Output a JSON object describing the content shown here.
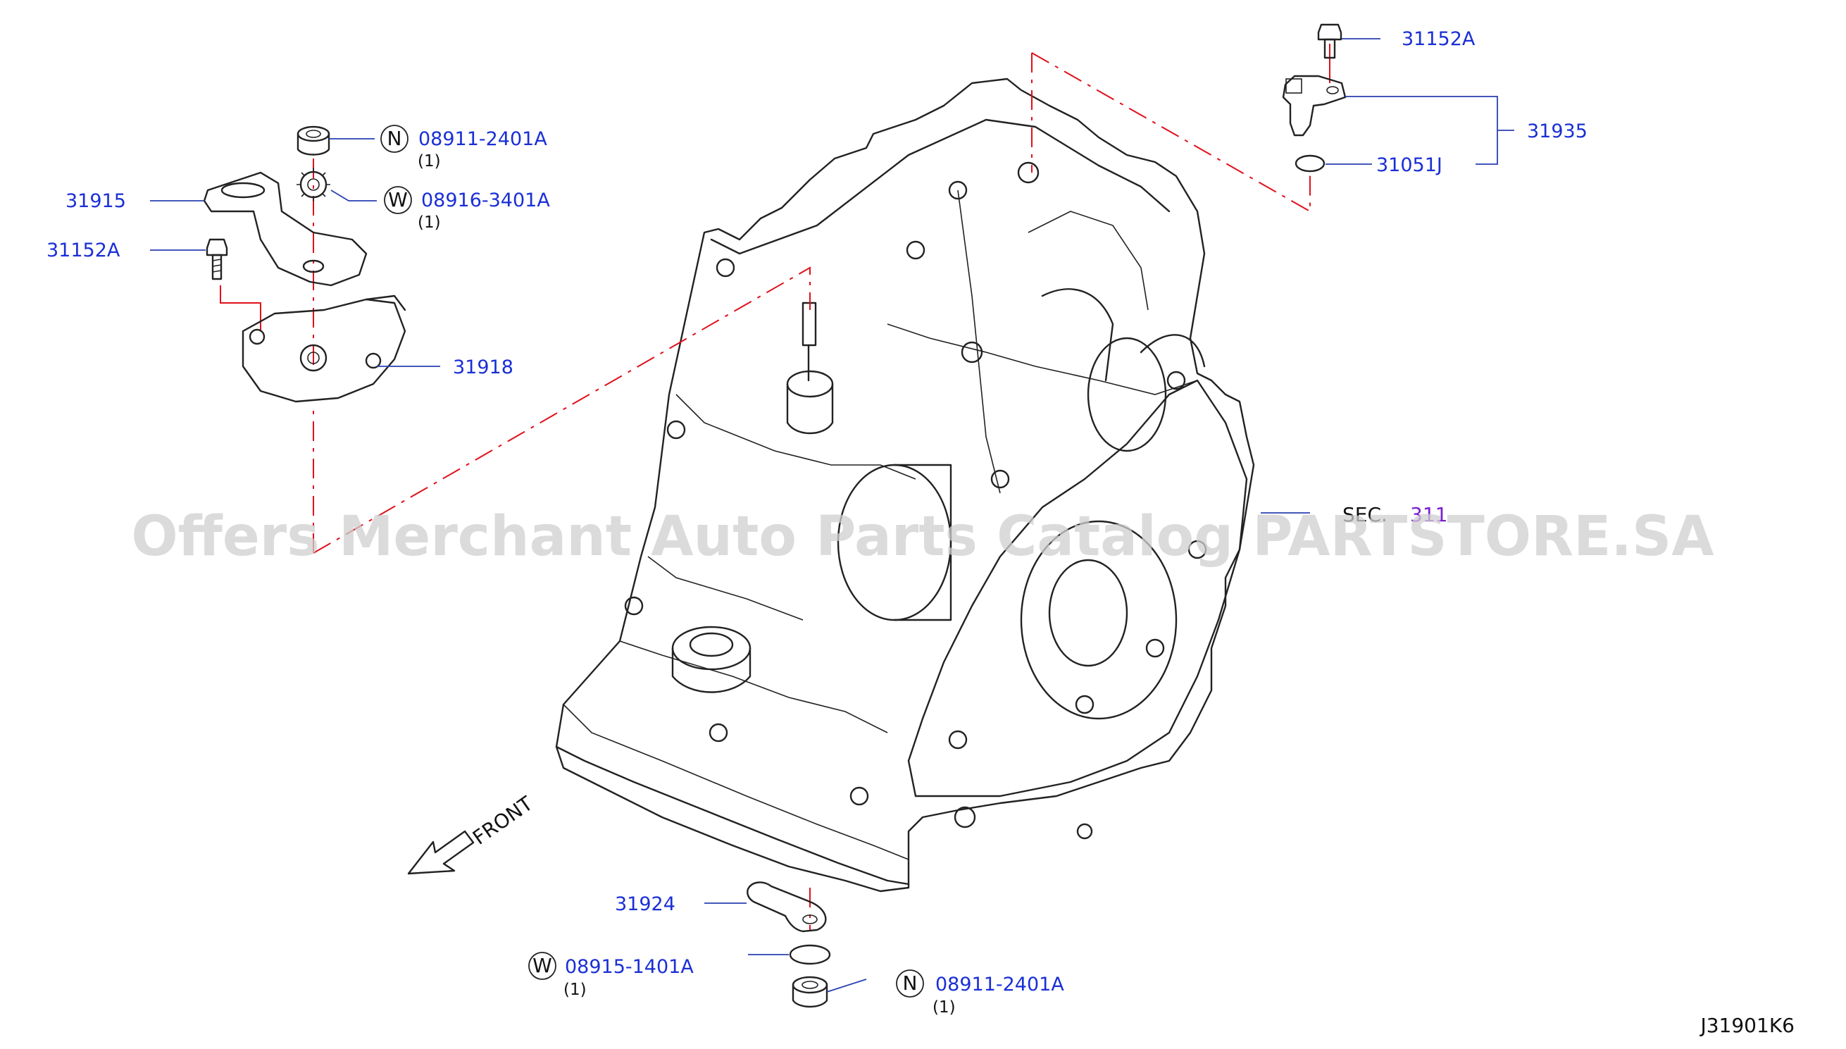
{
  "diagram": {
    "code": "J31901K6",
    "front_label": "FRONT",
    "watermark": "Offers Merchant Auto Parts Catalog PARTSTORE.SA",
    "sec_label": "SEC.",
    "sec_number": "311",
    "callouts": [
      {
        "id": "n-08911-top",
        "prefix": "N",
        "number": "08911-2401A",
        "qty": "(1)"
      },
      {
        "id": "w-08916",
        "prefix": "W",
        "number": "08916-3401A",
        "qty": "(1)"
      },
      {
        "id": "31915",
        "number": "31915"
      },
      {
        "id": "31152a-left",
        "number": "31152A"
      },
      {
        "id": "31918",
        "number": "31918"
      },
      {
        "id": "31152a-right",
        "number": "31152A"
      },
      {
        "id": "31935",
        "number": "31935"
      },
      {
        "id": "31051j",
        "number": "31051J"
      },
      {
        "id": "31924",
        "number": "31924"
      },
      {
        "id": "w-08915",
        "prefix": "W",
        "number": "08915-1401A",
        "qty": "(1)"
      },
      {
        "id": "n-08911-bottom",
        "prefix": "N",
        "number": "08911-2401A",
        "qty": "(1)"
      }
    ]
  },
  "colors": {
    "part_number": "#1a2fd6",
    "dash_line": "#e0101a",
    "outline": "#222222"
  }
}
